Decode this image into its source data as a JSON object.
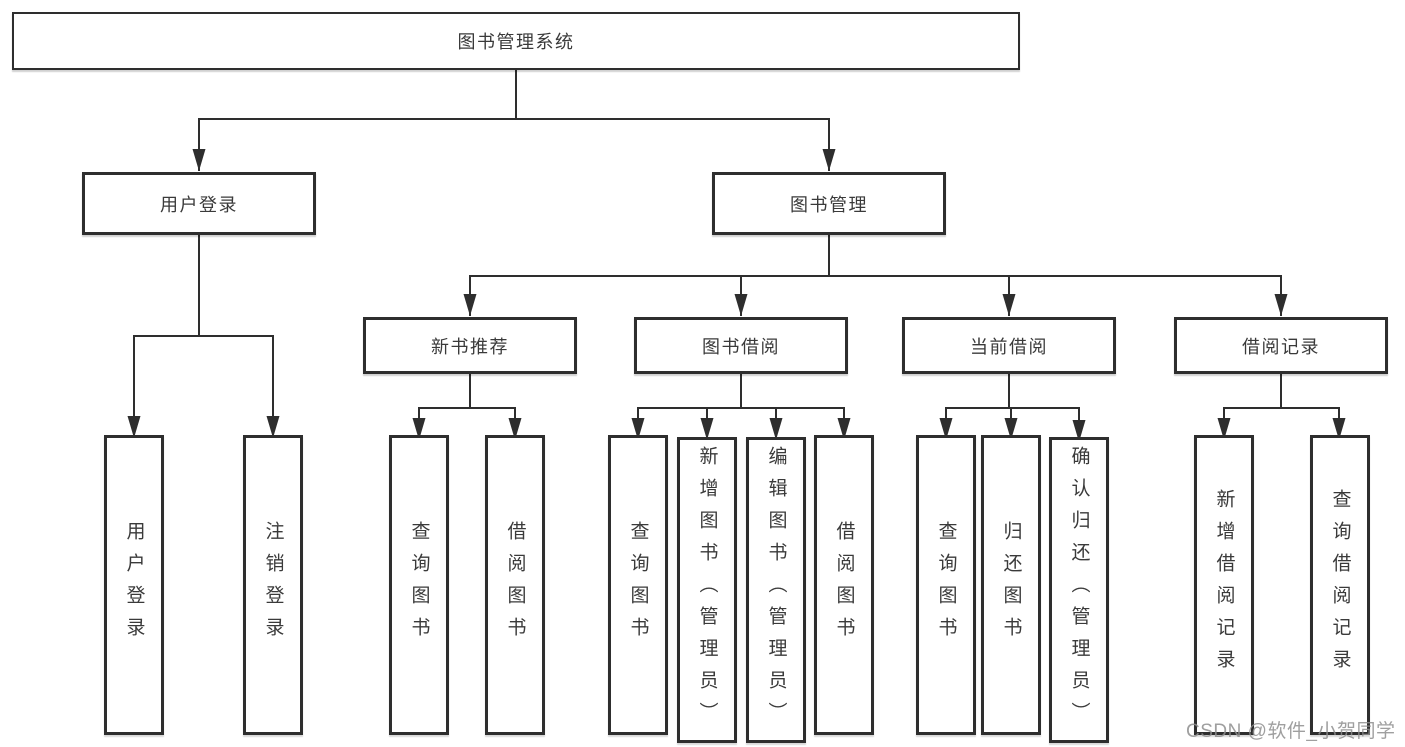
{
  "tree": {
    "label": "图书管理系统",
    "children": [
      {
        "label": "用户登录",
        "children": [
          {
            "label": "用户登录"
          },
          {
            "label": "注销登录"
          }
        ]
      },
      {
        "label": "图书管理",
        "children": [
          {
            "label": "新书推荐",
            "children": [
              {
                "label": "查询图书"
              },
              {
                "label": "借阅图书"
              }
            ]
          },
          {
            "label": "图书借阅",
            "children": [
              {
                "label": "查询图书"
              },
              {
                "label": "新增图书（管理员）"
              },
              {
                "label": "编辑图书（管理员）"
              },
              {
                "label": "借阅图书"
              }
            ]
          },
          {
            "label": "当前借阅",
            "children": [
              {
                "label": "查询图书"
              },
              {
                "label": "归还图书"
              },
              {
                "label": "确认归还（管理员）"
              }
            ]
          },
          {
            "label": "借阅记录",
            "children": [
              {
                "label": "新增借阅记录"
              },
              {
                "label": "查询借阅记录"
              }
            ]
          }
        ]
      }
    ]
  },
  "watermark": {
    "text": "CSDN @软件_小贺同学"
  },
  "colors": {
    "line": "#2e2e2e",
    "box_border": "#2e2e2e",
    "text": "#3a3a3a",
    "watermark": "#8e8e8e",
    "background": "#ffffff"
  }
}
